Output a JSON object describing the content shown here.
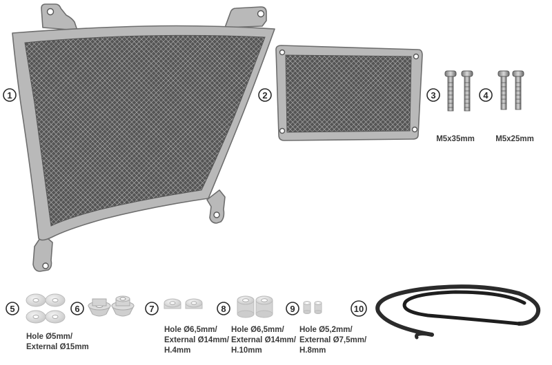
{
  "parts": [
    {
      "number": "1"
    },
    {
      "number": "2"
    },
    {
      "number": "3",
      "caption": [
        "M5x35mm"
      ]
    },
    {
      "number": "4",
      "caption": [
        "M5x25mm"
      ]
    },
    {
      "number": "5",
      "caption": [
        "Hole Ø5mm/",
        "External Ø15mm"
      ]
    },
    {
      "number": "6"
    },
    {
      "number": "7",
      "caption": [
        "Hole Ø6,5mm/",
        "External Ø14mm/",
        "H.4mm"
      ]
    },
    {
      "number": "8",
      "caption": [
        "Hole Ø6,5mm/",
        "External Ø14mm/",
        "H.10mm"
      ]
    },
    {
      "number": "9",
      "caption": [
        "Hole Ø5,2mm/",
        "External Ø7,5mm/",
        "H.8mm"
      ]
    },
    {
      "number": "10"
    }
  ],
  "colors": {
    "frame": "#b9b9b9",
    "mesh": "#4a4a4a",
    "label_text": "#3a3a3a",
    "spacer": "#dcdcdc",
    "strip": "#2b2b2b"
  }
}
